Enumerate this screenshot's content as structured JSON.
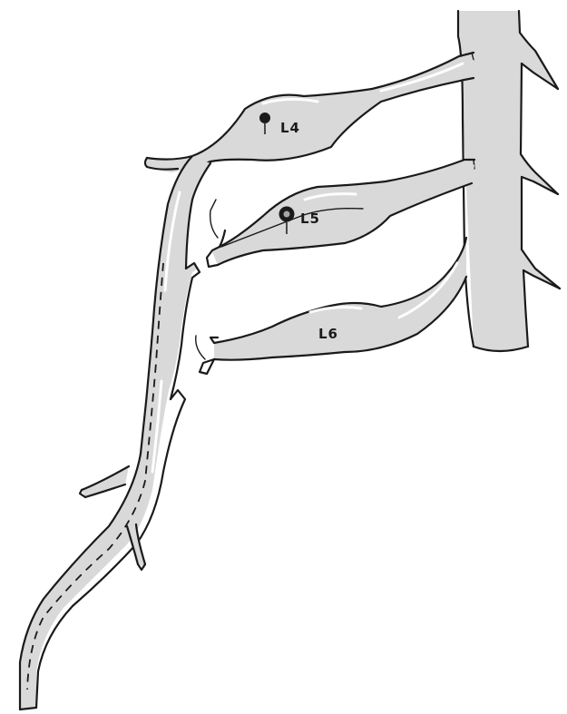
{
  "labels": {
    "l4": "L4",
    "l5": "L5",
    "l6": "L6"
  },
  "colors": {
    "nerve_fill": "#d9d9d9",
    "outline": "#1a1a1a",
    "highlight": "#ffffff",
    "marker": "#1a1a1a"
  }
}
